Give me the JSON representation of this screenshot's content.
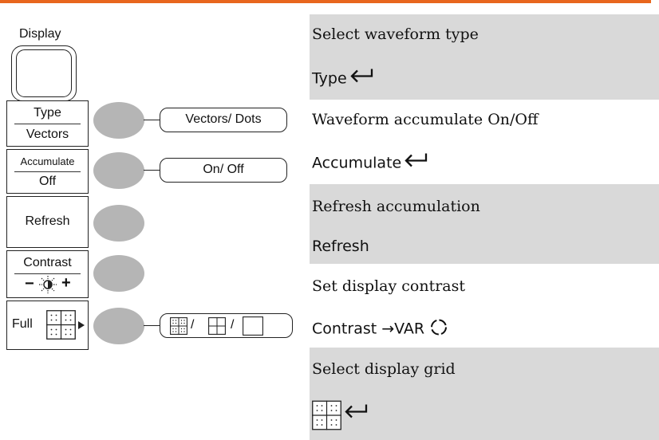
{
  "display_key": {
    "label": "Display"
  },
  "menu": {
    "type": {
      "title": "Type",
      "value": "Vectors"
    },
    "accumulate": {
      "title": "Accumulate",
      "value": "Off"
    },
    "refresh": {
      "title": "Refresh"
    },
    "contrast": {
      "title": "Contrast",
      "minus": "−",
      "plus": "+"
    },
    "full": {
      "title": "Full"
    }
  },
  "options": {
    "type": "Vectors/ Dots",
    "accumulate": "On/ Off",
    "grid_separator": "/"
  },
  "descriptions": [
    {
      "text": "Select waveform type"
    },
    {
      "text": "Type"
    },
    {
      "text": "Waveform accumulate On/Off"
    },
    {
      "text": "Accumulate"
    },
    {
      "text": "Refresh accumulation"
    },
    {
      "text": "Refresh"
    },
    {
      "text": "Set display contrast"
    },
    {
      "text": "Contrast →VAR"
    },
    {
      "text": "Select display grid"
    }
  ],
  "colors": {
    "accent_bar": "#e8661d",
    "shade": "#d9d9d9",
    "oval": "#b5b5b5"
  },
  "icons": [
    "enter-arrow-icon",
    "variable-knob-icon",
    "brightness-icon",
    "grid-full-icon",
    "grid-cross-icon",
    "grid-frame-icon"
  ]
}
